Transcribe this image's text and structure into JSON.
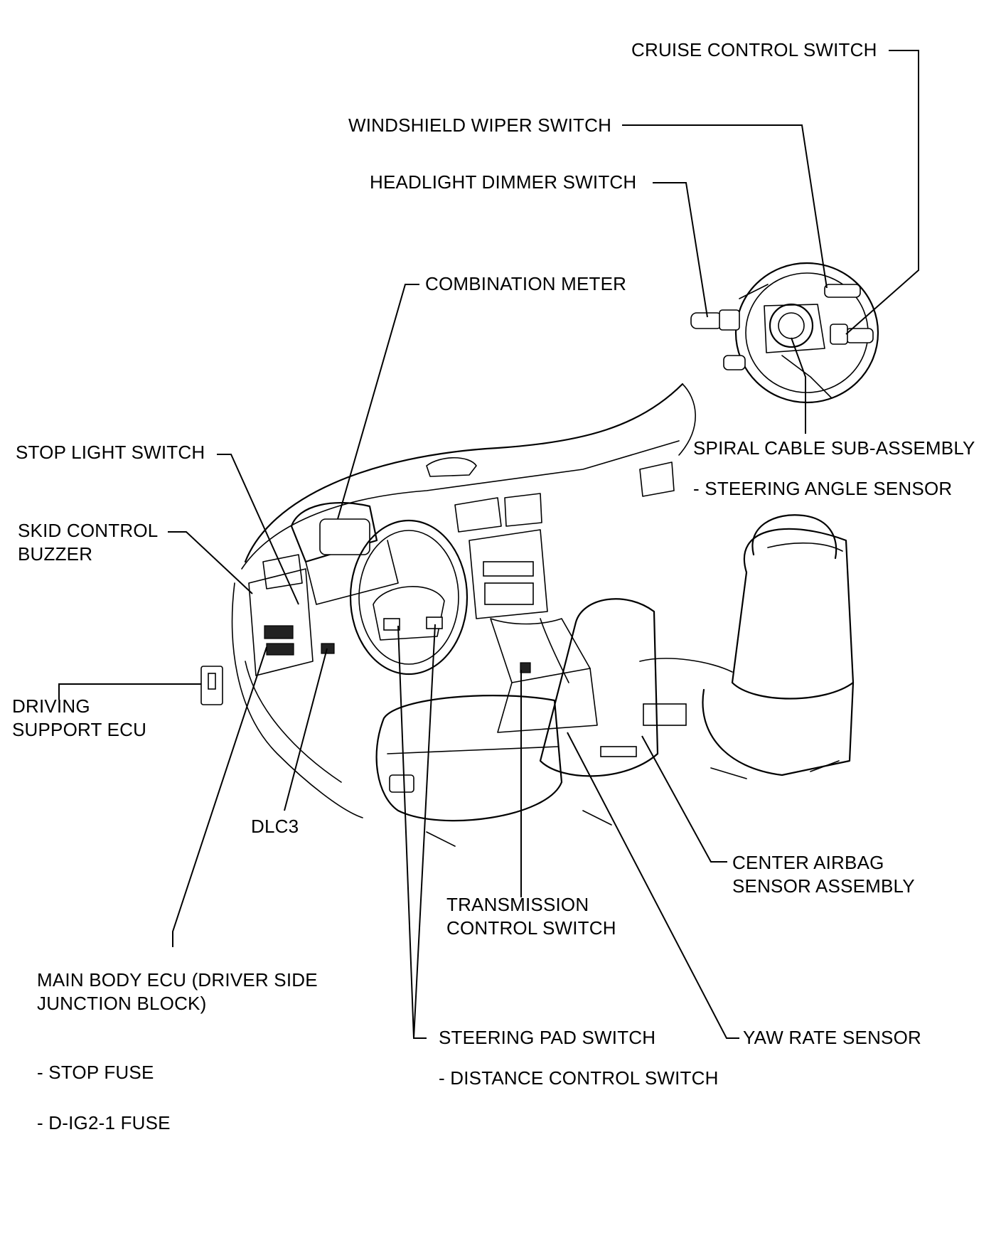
{
  "labels": {
    "cruise_control_switch": "CRUISE CONTROL SWITCH",
    "windshield_wiper_switch": "WINDSHIELD WIPER SWITCH",
    "headlight_dimmer_switch": "HEADLIGHT DIMMER SWITCH",
    "combination_meter": "COMBINATION METER",
    "spiral_cable": "SPIRAL CABLE SUB-ASSEMBLY",
    "steering_angle_sensor": "- STEERING ANGLE SENSOR",
    "stop_light_switch": "STOP LIGHT SWITCH",
    "skid_control_buzzer": [
      "SKID CONTROL",
      "BUZZER"
    ],
    "driving_support_ecu": [
      "DRIVING",
      "SUPPORT ECU"
    ],
    "dlc3": "DLC3",
    "center_airbag_sensor": [
      "CENTER AIRBAG",
      "SENSOR ASSEMBLY"
    ],
    "transmission_control_switch": [
      "TRANSMISSION",
      "CONTROL SWITCH"
    ],
    "main_body_ecu": [
      "MAIN BODY ECU (DRIVER SIDE",
      "JUNCTION BLOCK)"
    ],
    "stop_fuse": "- STOP FUSE",
    "d_ig2_1_fuse": "- D-IG2-1 FUSE",
    "steering_pad_switch": "STEERING PAD SWITCH",
    "distance_control_switch": "- DISTANCE CONTROL SWITCH",
    "yaw_rate_sensor": "YAW RATE SENSOR"
  },
  "colors": {
    "ink": "#000000",
    "background": "#ffffff"
  }
}
